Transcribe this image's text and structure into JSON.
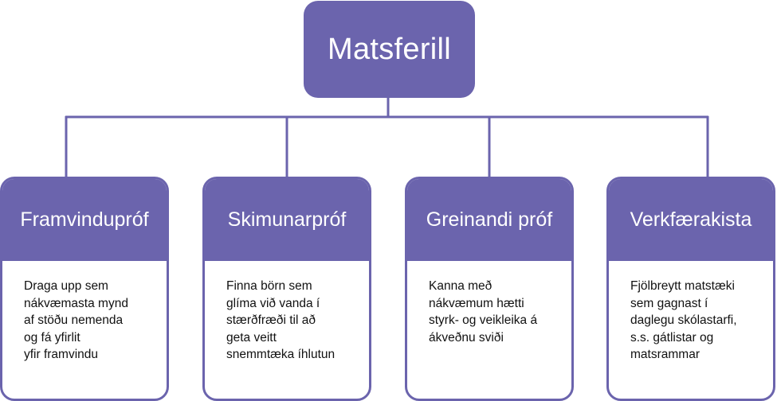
{
  "root": {
    "title": "Matsferill"
  },
  "branches": [
    {
      "title": "Framvindupróf",
      "lines": [
        "Draga upp sem",
        "nákvæmasta mynd",
        "af stöðu nemenda",
        "og fá yfirlit",
        "yfir framvindu"
      ]
    },
    {
      "title": "Skimunarpróf",
      "lines": [
        "Finna börn sem",
        "glíma við vanda í",
        "stærðfræði til að",
        "geta veitt",
        "snemmtæka íhlutun"
      ]
    },
    {
      "title": "Greinandi próf",
      "lines": [
        "Kanna með",
        "nákvæmum hætti",
        "styrk- og veikleika á",
        "ákveðnu sviði"
      ]
    },
    {
      "title": "Verkfærakista",
      "lines": [
        "Fjölbreytt matstæki",
        "sem gagnast í",
        "daglegu skólastarfi,",
        "s.s. gátlistar og",
        "matsrammar"
      ]
    }
  ],
  "colors": {
    "accent": "#6b64ad",
    "text": "#111111",
    "background": "#ffffff"
  }
}
